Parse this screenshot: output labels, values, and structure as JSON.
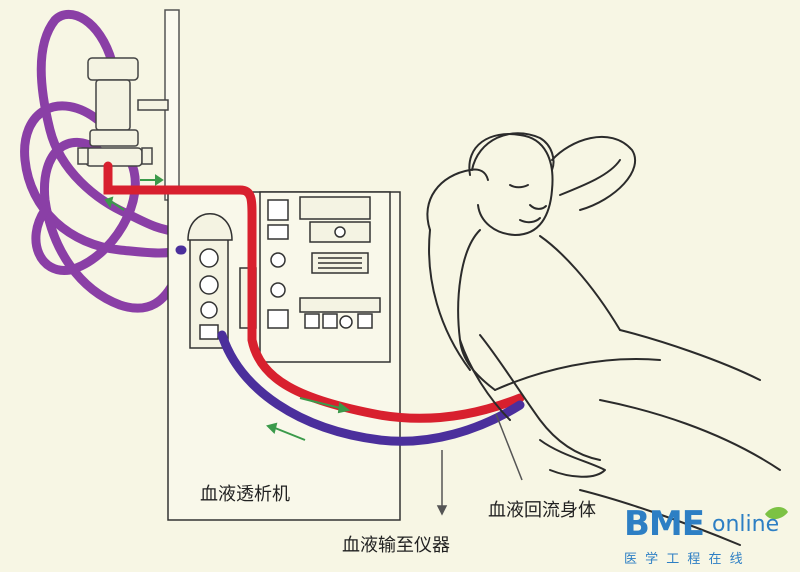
{
  "labels": {
    "machine": "血液透析机",
    "return_to_body": "血液回流身体",
    "to_machine": "血液输至仪器"
  },
  "watermark": {
    "brand_bold": "BME",
    "brand_light": "online",
    "subtitle": "医 学 工 程 在 线"
  },
  "colors": {
    "background": "#f7f6e4",
    "arterial_tube": "#d8202e",
    "venous_tube": "#4b2f9c",
    "dialyzer_tube": "#8a3fa6",
    "arrow": "#3b9a4a",
    "brand_blue": "#2d7fc4",
    "brand_green": "#7cc244"
  },
  "icons": [
    "arrow-icon",
    "leaf-icon"
  ]
}
